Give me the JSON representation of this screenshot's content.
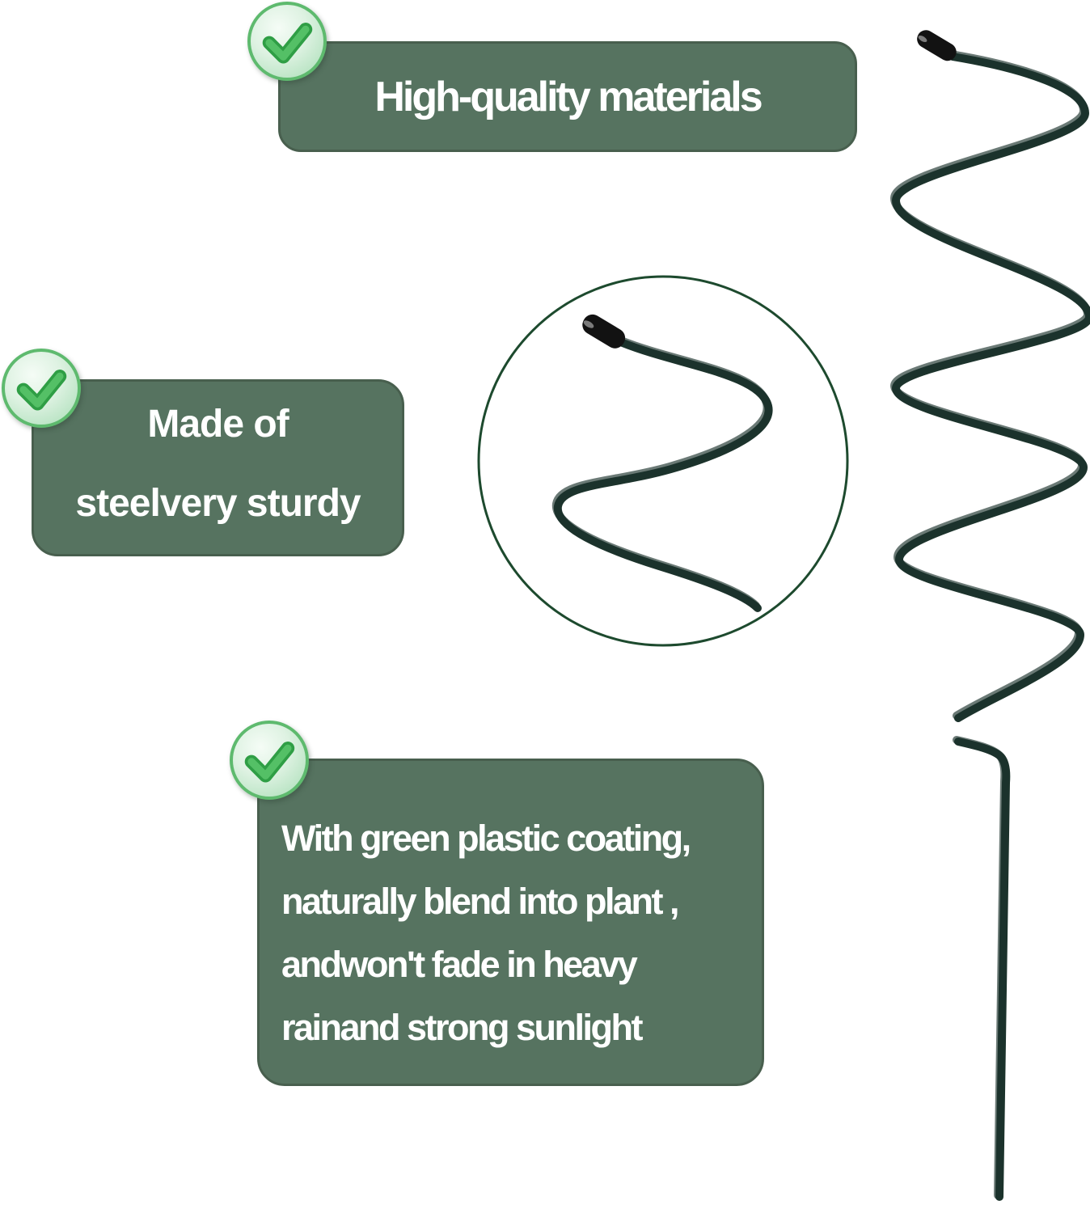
{
  "callouts": [
    {
      "name": "high-quality-materials",
      "lines": [
        "High-quality materials"
      ]
    },
    {
      "name": "made-of-steel",
      "lines": [
        "Made of",
        "steelvery sturdy"
      ]
    },
    {
      "name": "green-plastic-coating",
      "lines": [
        "With green plastic coating,",
        "naturally blend into plant ,",
        "andwon't fade in heavy",
        "rainand strong sunlight"
      ]
    }
  ],
  "icons": {
    "check": "check-icon",
    "magnifier": "detail-zoom-circle",
    "stake": "spiral-stake-photo"
  },
  "colors": {
    "banner_background": "#567360",
    "banner_border": "#485F4E",
    "banner_text": "#FFFFFF",
    "check_mark_green": "#3EB254",
    "check_ring_green": "#5EBA6E",
    "check_fill_light": "#E8F7EB",
    "wire_dark_green": "#1C332C",
    "magnifier_ring_green": "#1D4A2E",
    "tip_cap_black": "#121212",
    "background": "#FFFFFF"
  }
}
